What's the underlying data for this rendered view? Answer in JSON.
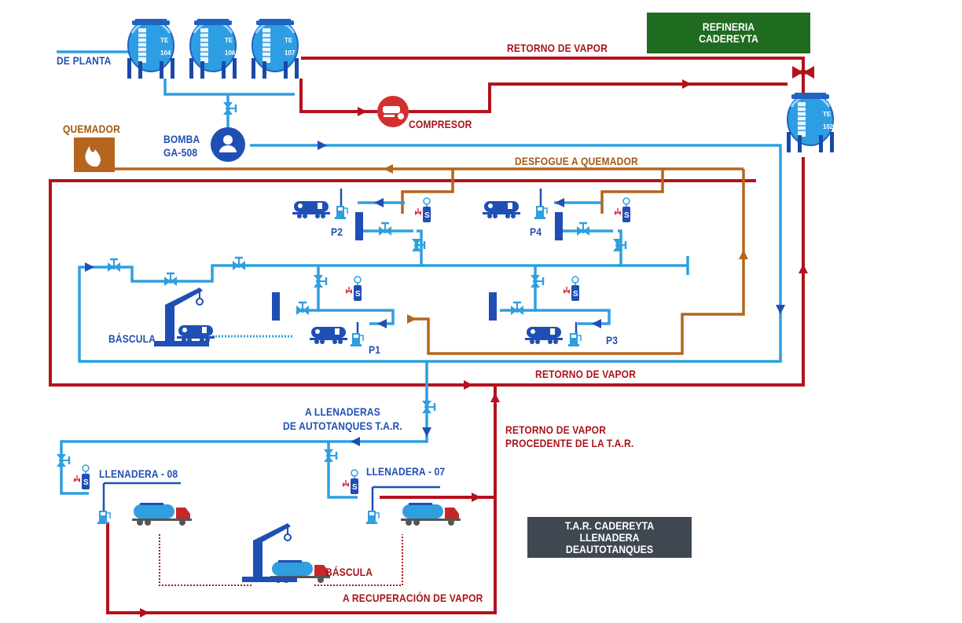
{
  "colors": {
    "light_pipe": "#2f9fe0",
    "dark_blue": "#1f4fb4",
    "vapor_red": "#b3121c",
    "burner_brown": "#b5651d",
    "refinery_green": "#1f6b1f",
    "tar_box_gray": "#3f4851"
  },
  "tanks": {
    "te104": {
      "top": "TE",
      "num": "104"
    },
    "te106": {
      "top": "TE",
      "num": "106"
    },
    "te107": {
      "top": "TE",
      "num": "107"
    },
    "te102": {
      "top": "TE",
      "num": "102"
    }
  },
  "labels": {
    "de_planta": "DE PLANTA",
    "retorno_vapor_top": "RETORNO DE VAPOR",
    "refineria_line1": "REFINERIA",
    "refineria_line2": "CADEREYTA",
    "compresor": "COMPRESOR",
    "quemador": "QUEMADOR",
    "bomba_line1": "BOMBA",
    "bomba_line2": "GA-508",
    "desfogue": "DESFOGUE A QUEMADOR",
    "p1": "P1",
    "p2": "P2",
    "p3": "P3",
    "p4": "P4",
    "bascula_top": "BÁSCULA",
    "retorno_vapor_mid": "RETORNO DE VAPOR",
    "llenaderas_line1": "A LLENADERAS",
    "llenaderas_line2": "DE AUTOTANQUES T.A.R.",
    "retorno_tar_line1": "RETORNO DE VAPOR",
    "retorno_tar_line2": "PROCEDENTE DE LA T.A.R.",
    "llenadera08": "LLENADERA - 08",
    "llenadera07": "LLENADERA - 07",
    "bascula_bottom": "BÁSCULA",
    "recuperacion": "A RECUPERACIÓN DE VAPOR",
    "tar_line1": "T.A.R. CADEREYTA",
    "tar_line2": "LLENADERA DEAUTOTANQUES",
    "valve_s": "S"
  },
  "icons": [
    "storage-tank-icon",
    "pump-icon",
    "compressor-icon",
    "flame-icon",
    "valve-icon",
    "safety-valve-icon",
    "rail-car-icon",
    "tank-truck-icon",
    "scale-icon",
    "dispenser-icon",
    "flow-arrow-icon"
  ]
}
